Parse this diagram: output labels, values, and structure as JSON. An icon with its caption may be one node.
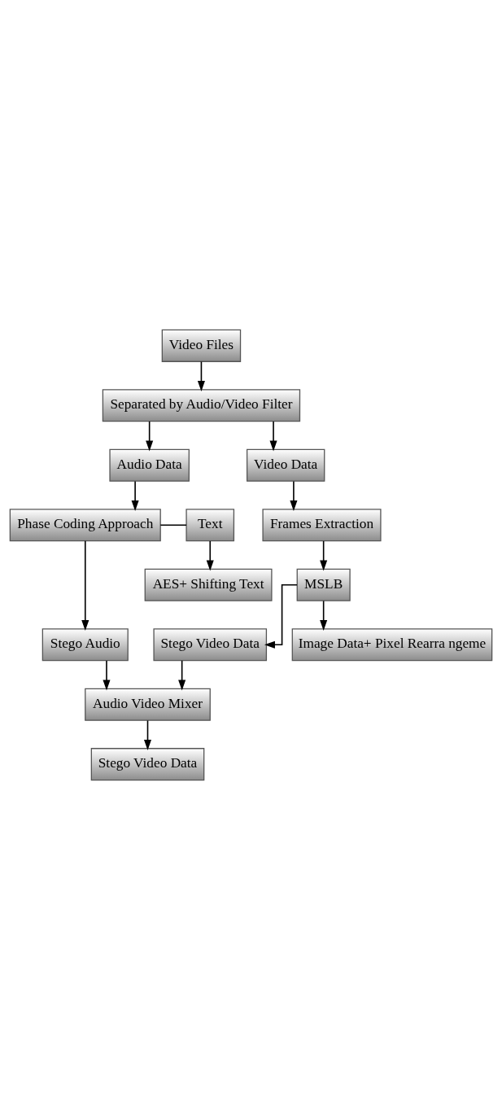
{
  "diagram": {
    "nodes": [
      {
        "text": [
          "Video Files"
        ]
      },
      {
        "text": [
          "Separated by Audio/Video Filter"
        ]
      },
      {
        "text": [
          "Audio Data"
        ]
      },
      {
        "text": [
          "Video Data"
        ]
      },
      {
        "text": [
          "Text"
        ]
      },
      {
        "text": [
          "Phase Coding Approach"
        ]
      },
      {
        "text": [
          "Frames Extraction"
        ]
      },
      {
        "text": [
          "AES+ Shifting Text"
        ]
      },
      {
        "text": [
          "Stego Audio"
        ]
      },
      {
        "text": [
          "MSLB"
        ]
      },
      {
        "text": [
          "Image Data+ Pixel Rearra ngeme"
        ]
      },
      {
        "text": [
          "Stego Video Data"
        ]
      },
      {
        "text": [
          "Audio Video Mixer"
        ]
      },
      {
        "text": [
          "Stego Video Data"
        ]
      }
    ],
    "edges": [
      {
        "from": 0,
        "to": 1,
        "arrow": "to"
      },
      {
        "from": 1,
        "to": 2,
        "arrow": "to"
      },
      {
        "from": 1,
        "to": 3,
        "arrow": "to"
      },
      {
        "from": 2,
        "to": 5,
        "arrow": "to"
      },
      {
        "from": 4,
        "to": 5,
        "arrow": "none"
      },
      {
        "from": 4,
        "to": 7,
        "arrow": "to"
      },
      {
        "from": 5,
        "to": 8,
        "arrow": "to"
      },
      {
        "from": 3,
        "to": 6,
        "arrow": "to"
      },
      {
        "from": 6,
        "to": 9,
        "arrow": "to"
      },
      {
        "from": 9,
        "to": 10,
        "arrow": "to"
      },
      {
        "from": 9,
        "to": 11,
        "arrow": "to"
      },
      {
        "from": 8,
        "to": 12,
        "arrow": "to"
      },
      {
        "from": 11,
        "to": 12,
        "arrow": "to"
      },
      {
        "from": 12,
        "to": 13,
        "arrow": "to"
      }
    ]
  }
}
